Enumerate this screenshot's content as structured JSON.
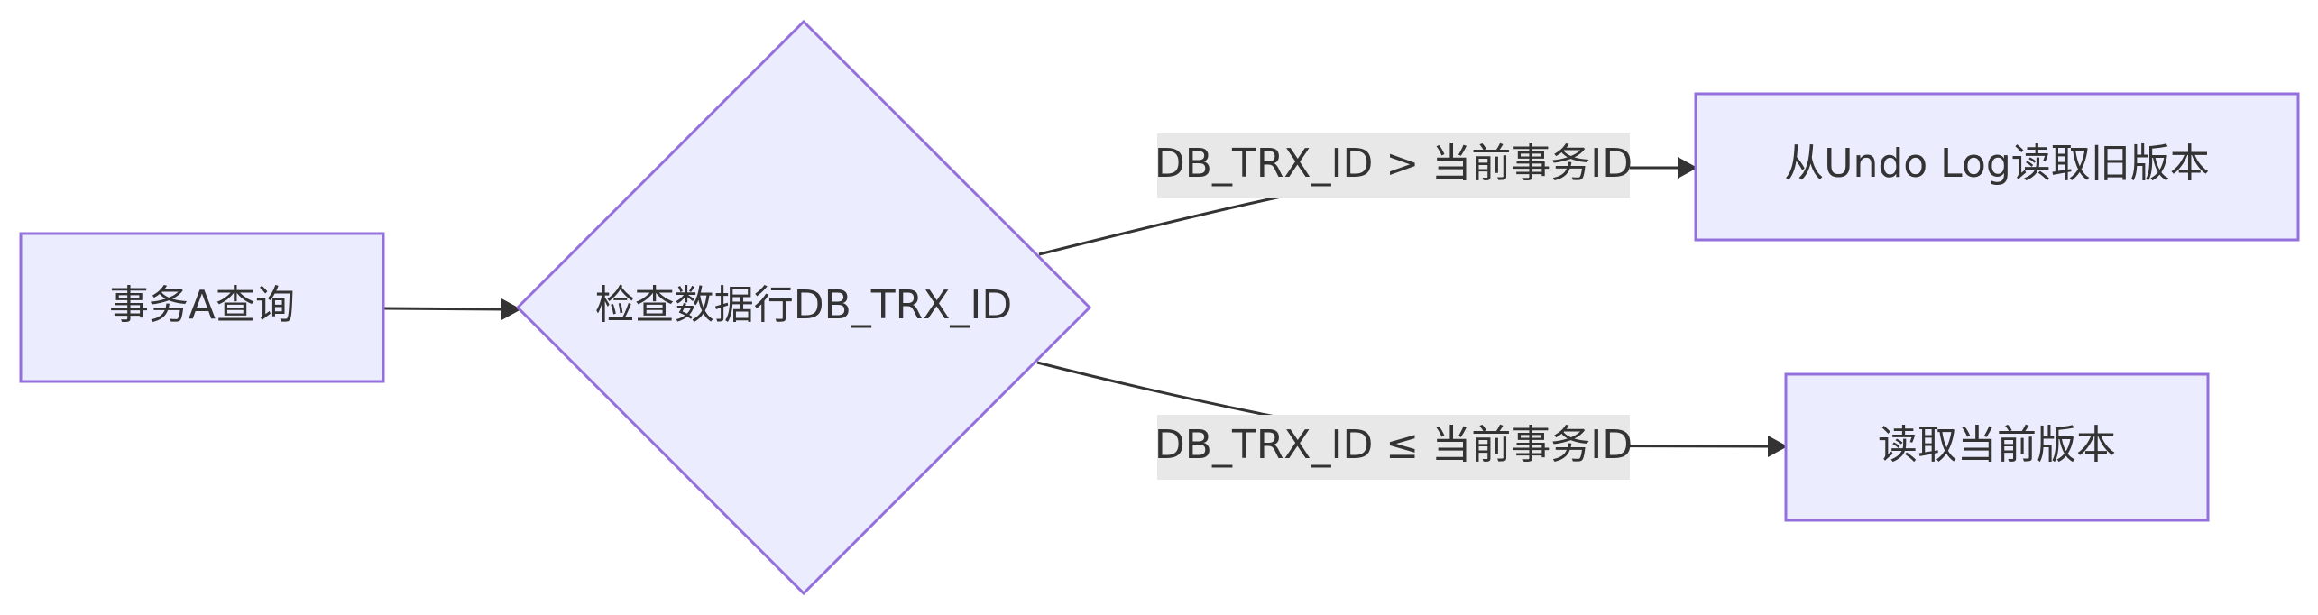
{
  "diagram": {
    "type": "flowchart",
    "direction": "LR",
    "colors": {
      "node_fill": "#ececff",
      "node_stroke": "#9370db",
      "edge": "#333333",
      "edge_label_bg": "#e8e8e8",
      "text": "#333333"
    },
    "nodes": {
      "start": {
        "label": "事务A查询",
        "shape": "rectangle"
      },
      "check": {
        "label": "检查数据行DB_TRX_ID",
        "shape": "diamond"
      },
      "undo": {
        "label": "从Undo Log读取旧版本",
        "shape": "rectangle"
      },
      "current": {
        "label": "读取当前版本",
        "shape": "rectangle"
      }
    },
    "edges": {
      "start_to_check": {
        "from": "start",
        "to": "check",
        "label": ""
      },
      "check_to_undo": {
        "from": "check",
        "to": "undo",
        "label": "DB_TRX_ID > 当前事务ID"
      },
      "check_to_current": {
        "from": "check",
        "to": "current",
        "label": "DB_TRX_ID ≤ 当前事务ID"
      }
    }
  }
}
